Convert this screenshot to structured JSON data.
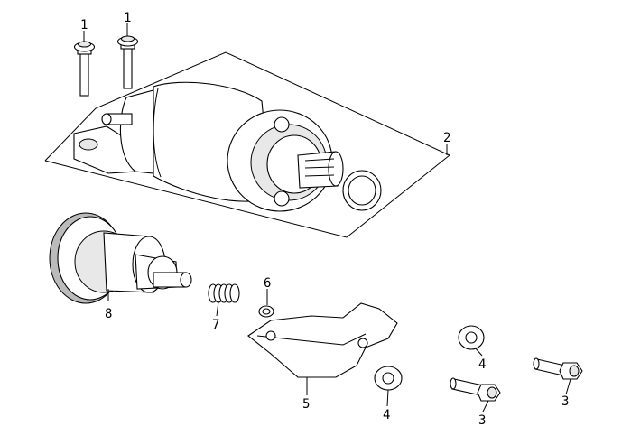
{
  "callouts": {
    "c1a": "1",
    "c1b": "1",
    "c2": "2",
    "c3a": "3",
    "c3b": "3",
    "c4a": "4",
    "c4b": "4",
    "c5": "5",
    "c6": "6",
    "c7": "7",
    "c8": "8"
  },
  "colors": {
    "line": "#000000",
    "background": "#ffffff"
  }
}
